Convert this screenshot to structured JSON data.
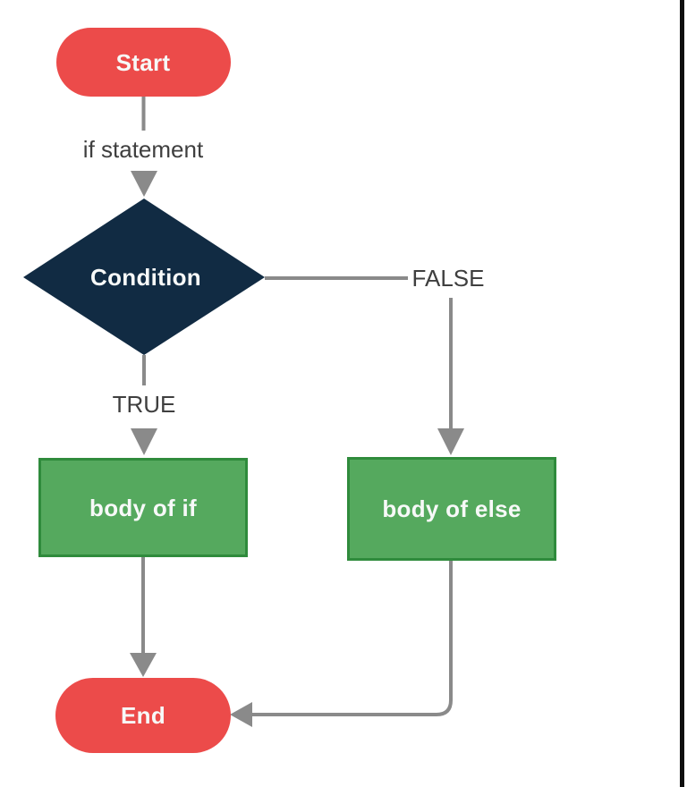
{
  "diagram": {
    "type": "flowchart",
    "description": "Control flow of an if-else statement",
    "nodes": {
      "start": {
        "label": "Start",
        "shape": "terminator"
      },
      "condition": {
        "label": "Condition",
        "shape": "decision"
      },
      "body_of_if": {
        "label": "body of if",
        "shape": "process"
      },
      "body_of_else": {
        "label": "body of else",
        "shape": "process"
      },
      "end": {
        "label": "End",
        "shape": "terminator"
      }
    },
    "edges": {
      "start_to_condition": {
        "from": "start",
        "to": "condition",
        "label": "if statement"
      },
      "condition_true_branch": {
        "from": "condition",
        "to": "body_of_if",
        "label": "TRUE"
      },
      "condition_false_branch": {
        "from": "condition",
        "to": "body_of_else",
        "label": "FALSE"
      },
      "body_of_if_to_end": {
        "from": "body_of_if",
        "to": "end"
      },
      "body_of_else_to_end": {
        "from": "body_of_else",
        "to": "end"
      }
    },
    "colors": {
      "terminator_fill": "#ec4b4a",
      "process_fill": "#55a95e",
      "process_border": "#2f8b3c",
      "decision_fill": "#112b43",
      "connector": "#8a8a8a",
      "edge_label_text": "#3f3f3f",
      "node_text": "#f7f9f8",
      "frame_line": "#0e0e0e",
      "background": "#ffffff"
    }
  }
}
